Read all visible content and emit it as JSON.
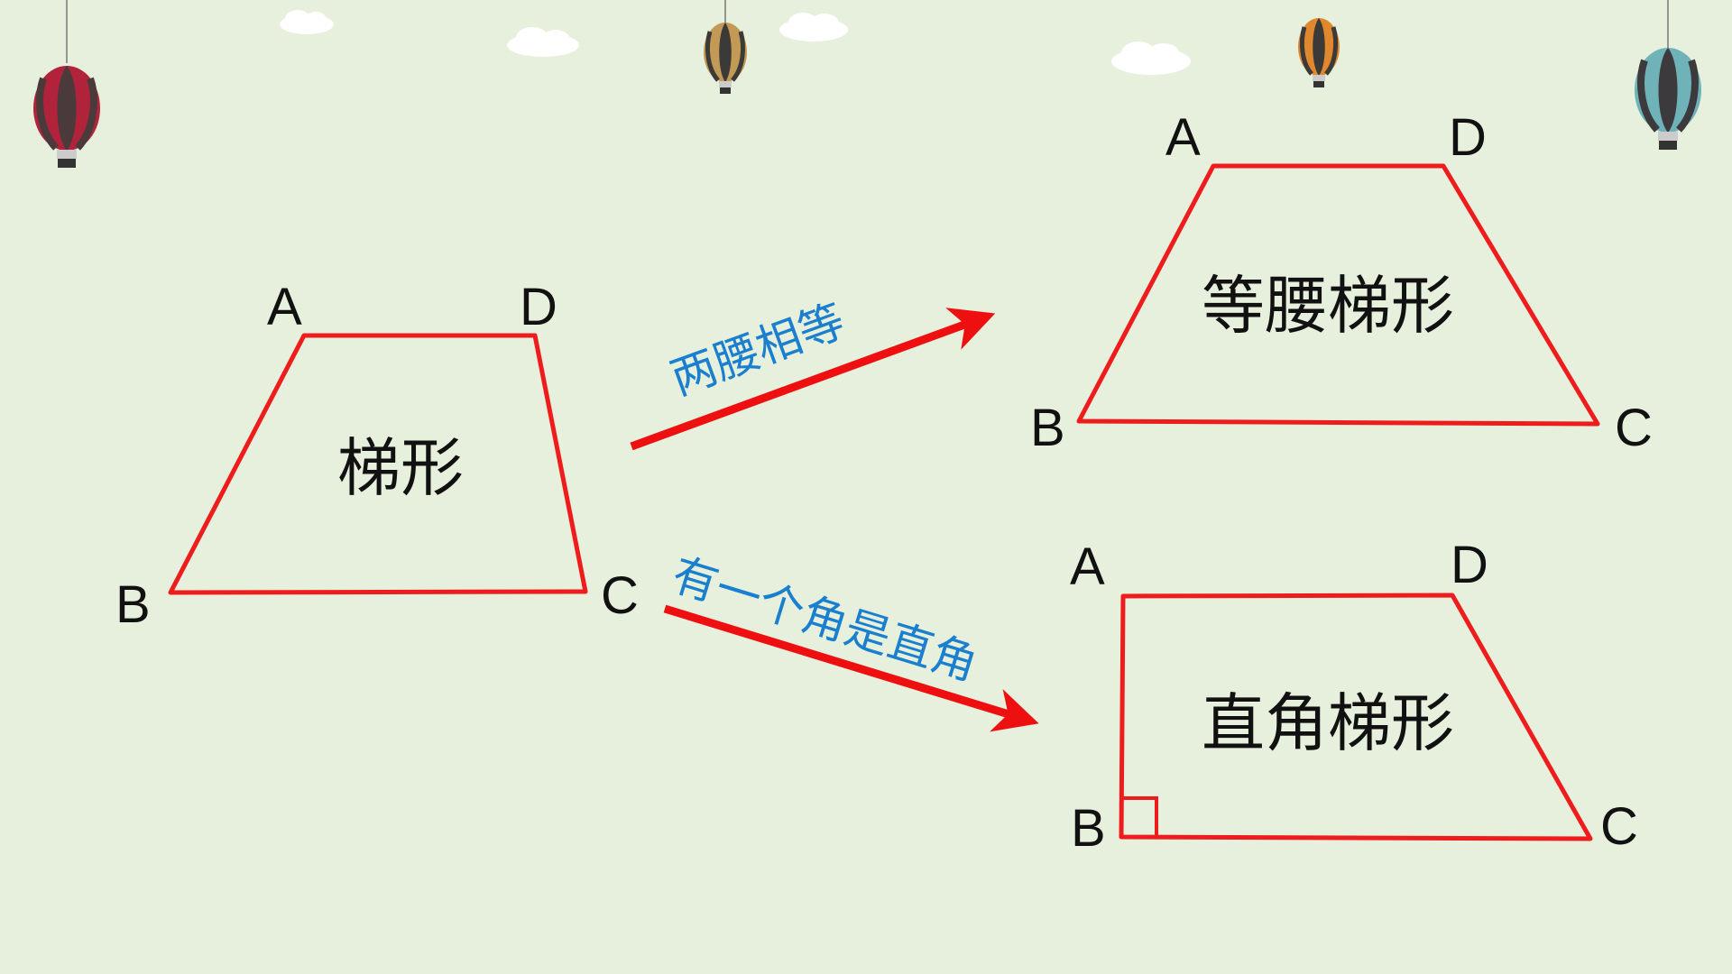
{
  "colors": {
    "background": "#e6f0dc",
    "outline": "#ee1c1c",
    "arrow": "#ee1010",
    "arrow_label": "#1a7fcf",
    "text": "#111111"
  },
  "trapezoid": {
    "name": "梯形",
    "vertices": {
      "a": "A",
      "b": "B",
      "c": "C",
      "d": "D"
    }
  },
  "arrow_top": {
    "label": "两腰相等"
  },
  "arrow_bottom": {
    "label": "有一个角是直角"
  },
  "isosceles_trapezoid": {
    "name": "等腰梯形",
    "vertices": {
      "a": "A",
      "b": "B",
      "c": "C",
      "d": "D"
    }
  },
  "right_trapezoid": {
    "name": "直角梯形",
    "vertices": {
      "a": "A",
      "b": "B",
      "c": "C",
      "d": "D"
    },
    "right_angle_mark": true
  },
  "decorations": {
    "balloons": [
      "hot-air-balloon-icon",
      "hot-air-balloon-icon",
      "hot-air-balloon-icon",
      "hot-air-balloon-icon"
    ],
    "clouds": [
      "cloud-icon",
      "cloud-icon",
      "cloud-icon",
      "cloud-icon"
    ]
  }
}
